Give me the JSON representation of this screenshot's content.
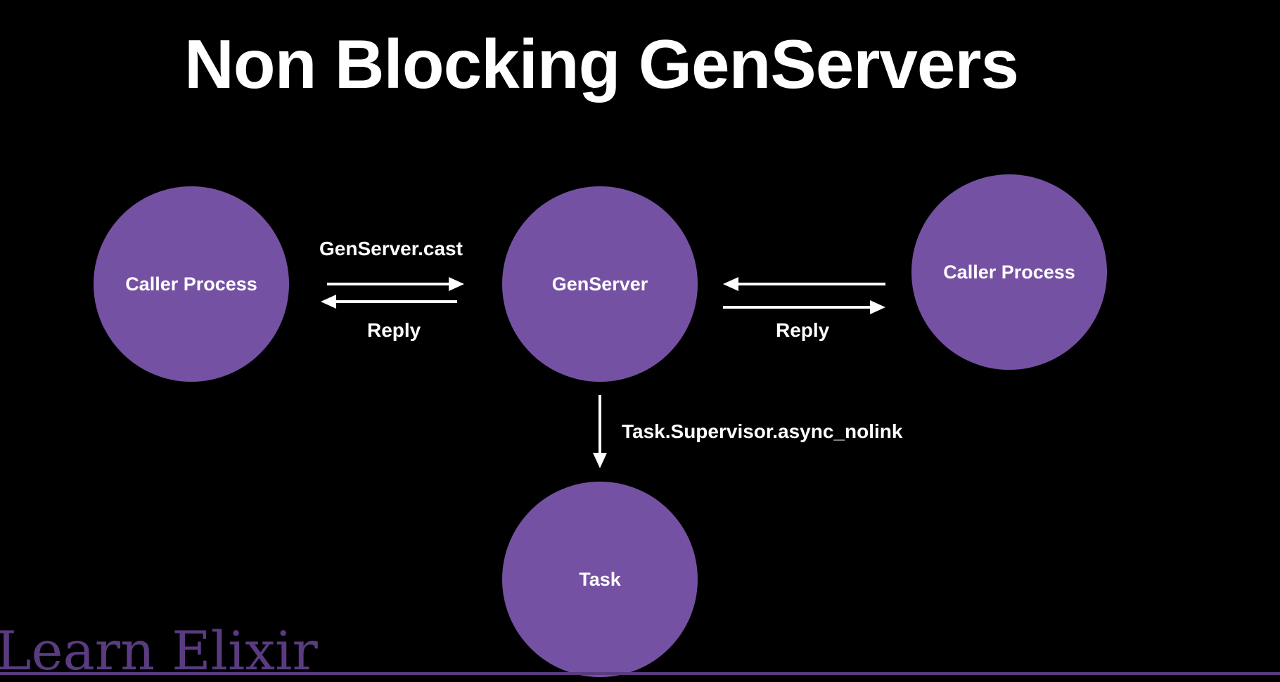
{
  "colors": {
    "background": "#000000",
    "node_fill": "#7551a3",
    "text": "#ffffff",
    "watermark": "#5a3b80"
  },
  "title": "Non Blocking GenServers",
  "nodes": {
    "caller_left": "Caller Process",
    "genserver": "GenServer",
    "caller_right": "Caller Process",
    "task": "Task"
  },
  "edges": {
    "left_cast": "GenServer.cast",
    "left_reply": "Reply",
    "right_reply": "Reply",
    "task_spawn": "Task.Supervisor.async_nolink"
  },
  "watermark": "Learn Elixir"
}
